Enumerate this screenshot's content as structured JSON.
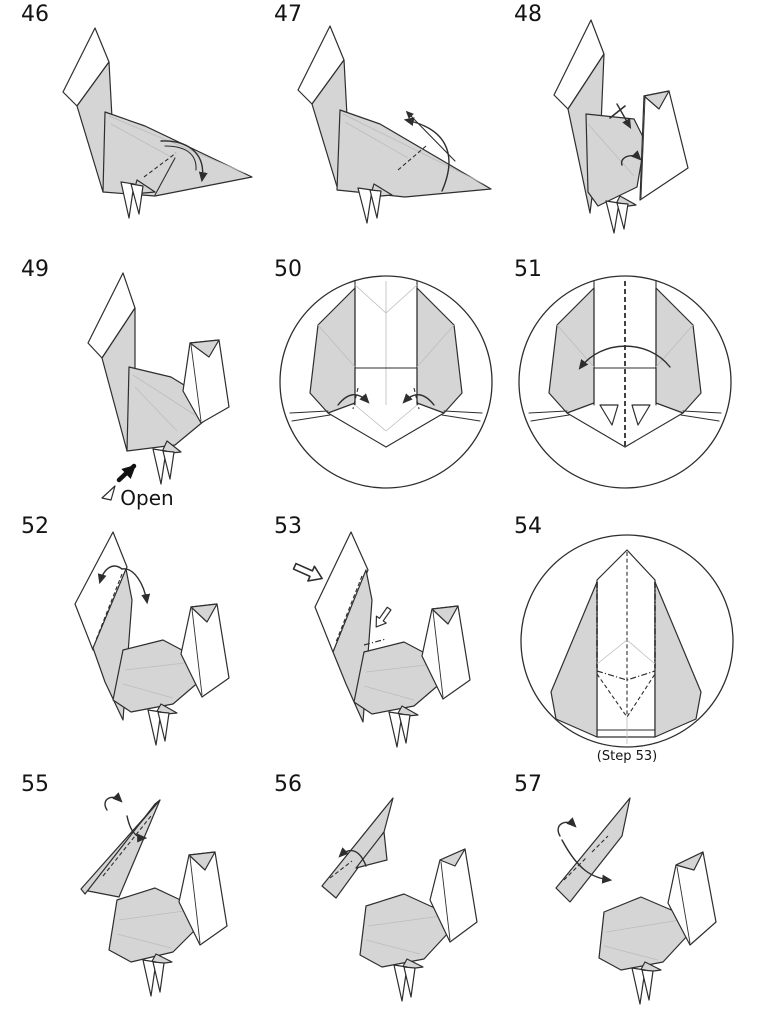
{
  "page": {
    "background_color": "#ffffff",
    "paper_fill_color": "#d5d5d5",
    "outline_color": "#2e2e2e",
    "crease_color": "#bcbcbc"
  },
  "steps": [
    {
      "number": "46"
    },
    {
      "number": "47"
    },
    {
      "number": "48"
    },
    {
      "number": "49",
      "caption": "Open"
    },
    {
      "number": "50",
      "magnified": true
    },
    {
      "number": "51",
      "magnified": true
    },
    {
      "number": "52"
    },
    {
      "number": "53"
    },
    {
      "number": "54",
      "magnified": true,
      "caption": "(Step 53)"
    },
    {
      "number": "55"
    },
    {
      "number": "56"
    },
    {
      "number": "57"
    }
  ]
}
